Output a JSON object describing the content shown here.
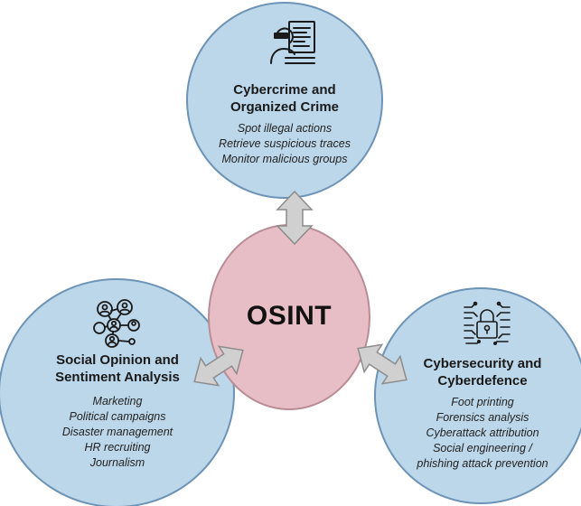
{
  "center": {
    "label": "OSINT"
  },
  "top": {
    "icon": "analyst-at-computer-icon",
    "title_lines": [
      "Cybercrime and",
      "Organized Crime"
    ],
    "items": [
      "Spot illegal actions",
      "Retrieve suspicious traces",
      "Monitor malicious groups"
    ]
  },
  "left": {
    "icon": "social-network-people-icon",
    "title_lines": [
      "Social Opinion and",
      "Sentiment Analysis"
    ],
    "items": [
      "Marketing",
      "Political campaigns",
      "Disaster management",
      "HR recruiting",
      "Journalism"
    ]
  },
  "right": {
    "icon": "circuit-padlock-icon",
    "title_lines": [
      "Cybersecurity and",
      "Cyberdefence"
    ],
    "items": [
      "Foot printing",
      "Forensics analysis",
      "Cyberattack attribution",
      "Social engineering /",
      "phishing attack prevention"
    ]
  },
  "colors": {
    "outer_fill": "#bcd7ea",
    "outer_stroke": "#6d93b5",
    "center_fill": "#e8bec6",
    "arrow_fill": "#d0d0d0",
    "arrow_stroke": "#8c8c8c"
  }
}
